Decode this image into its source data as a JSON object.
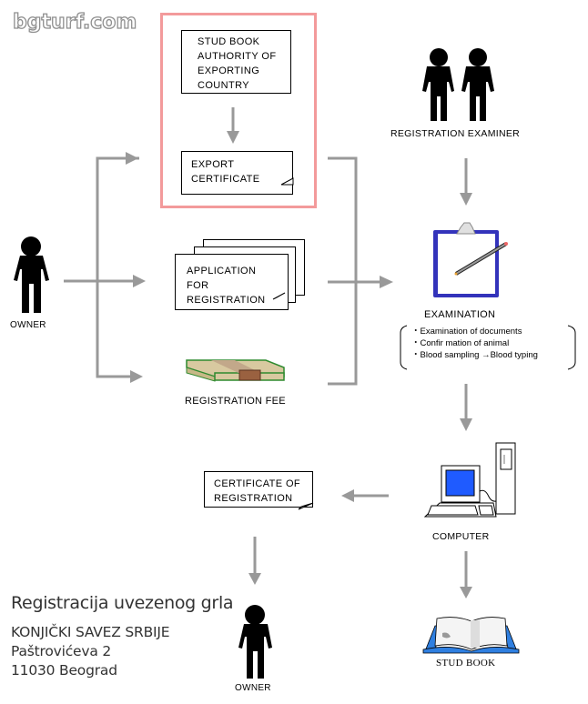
{
  "watermark": "bgturf.com",
  "diagram": {
    "stud_book_authority": [
      "STUD BOOK",
      "AUTHORITY OF",
      "EXPORTING",
      "COUNTRY"
    ],
    "export_certificate": [
      "EXPORT",
      "CERTIFICATE"
    ],
    "application": [
      "APPLICATION",
      "FOR",
      "REGISTRATION"
    ],
    "registration_fee": "REGISTRATION FEE",
    "owner_left": "OWNER",
    "registration_examiner": "REGISTRATION EXAMINER",
    "examination": "EXAMINATION",
    "examination_steps": [
      "・Examination of documents",
      "・Confir mation of animal",
      "・Blood sampling  →Blood typing"
    ],
    "computer": "COMPUTER",
    "certificate_of_registration": [
      "CERTIFICATE  OF",
      "REGISTRATION"
    ],
    "owner_bottom": "OWNER",
    "stud_book": "STUD BOOK"
  },
  "footer": {
    "title": "Registracija uvezenog grla",
    "organization": "KONJIČKI SAVEZ SRBIJE",
    "street": "Paštrovićeva 2",
    "city": "11030 Beograd"
  },
  "colors": {
    "arrow": "#999999",
    "highlight_frame": "#f39a9b",
    "clipboard": "#3333bb",
    "screen": "#1f5bff",
    "book": "#2f7fe0",
    "money_green": "#2f8a2f",
    "money_tan": "#d8c9a0"
  }
}
